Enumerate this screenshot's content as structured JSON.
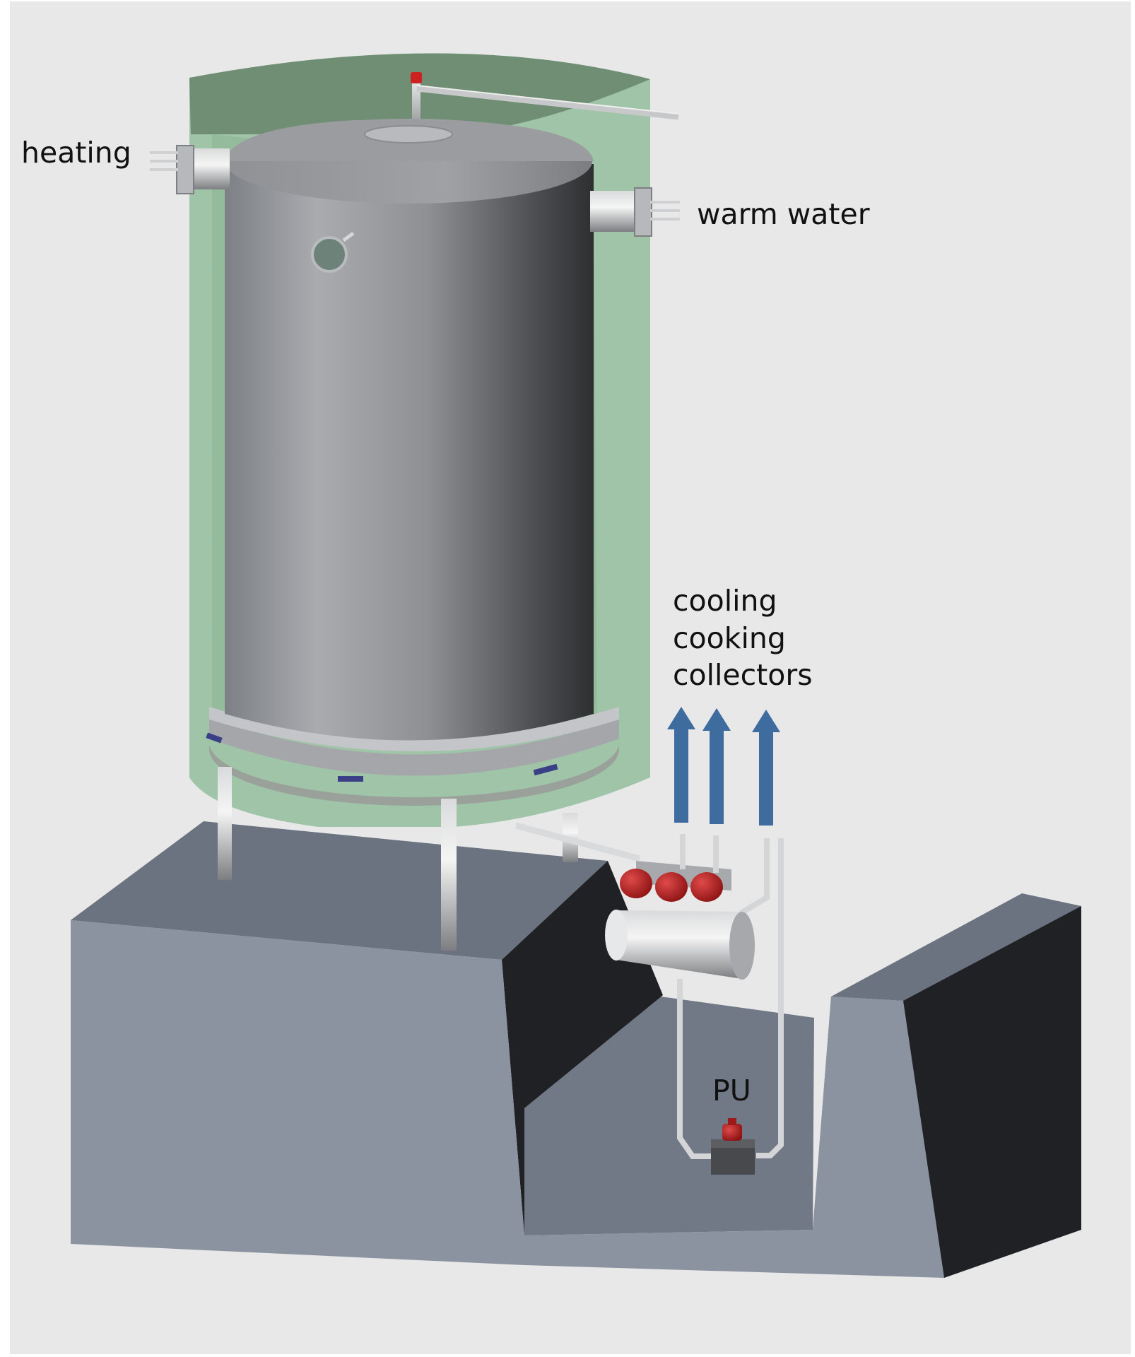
{
  "labels": {
    "heating": "heating",
    "warm_water": "warm water",
    "cooling": "cooling",
    "cooking": "cooking",
    "collectors": "collectors",
    "pu": "PU"
  },
  "colors": {
    "background": "#e8e8e8",
    "insulation": "#9fc4a7",
    "insulation_top": "#6f8e74",
    "tank_light": "#a9abaf",
    "tank_dark": "#2e2f31",
    "concrete_front": "#8c93a0",
    "concrete_top": "#6c7380",
    "concrete_shadow": "#1f2125",
    "arrow_blue": "#3f6c9f",
    "valve_red": "#b52222"
  },
  "icons": [
    "flow-arrow-icon",
    "valve-icon",
    "pump-icon",
    "flange-icon"
  ]
}
